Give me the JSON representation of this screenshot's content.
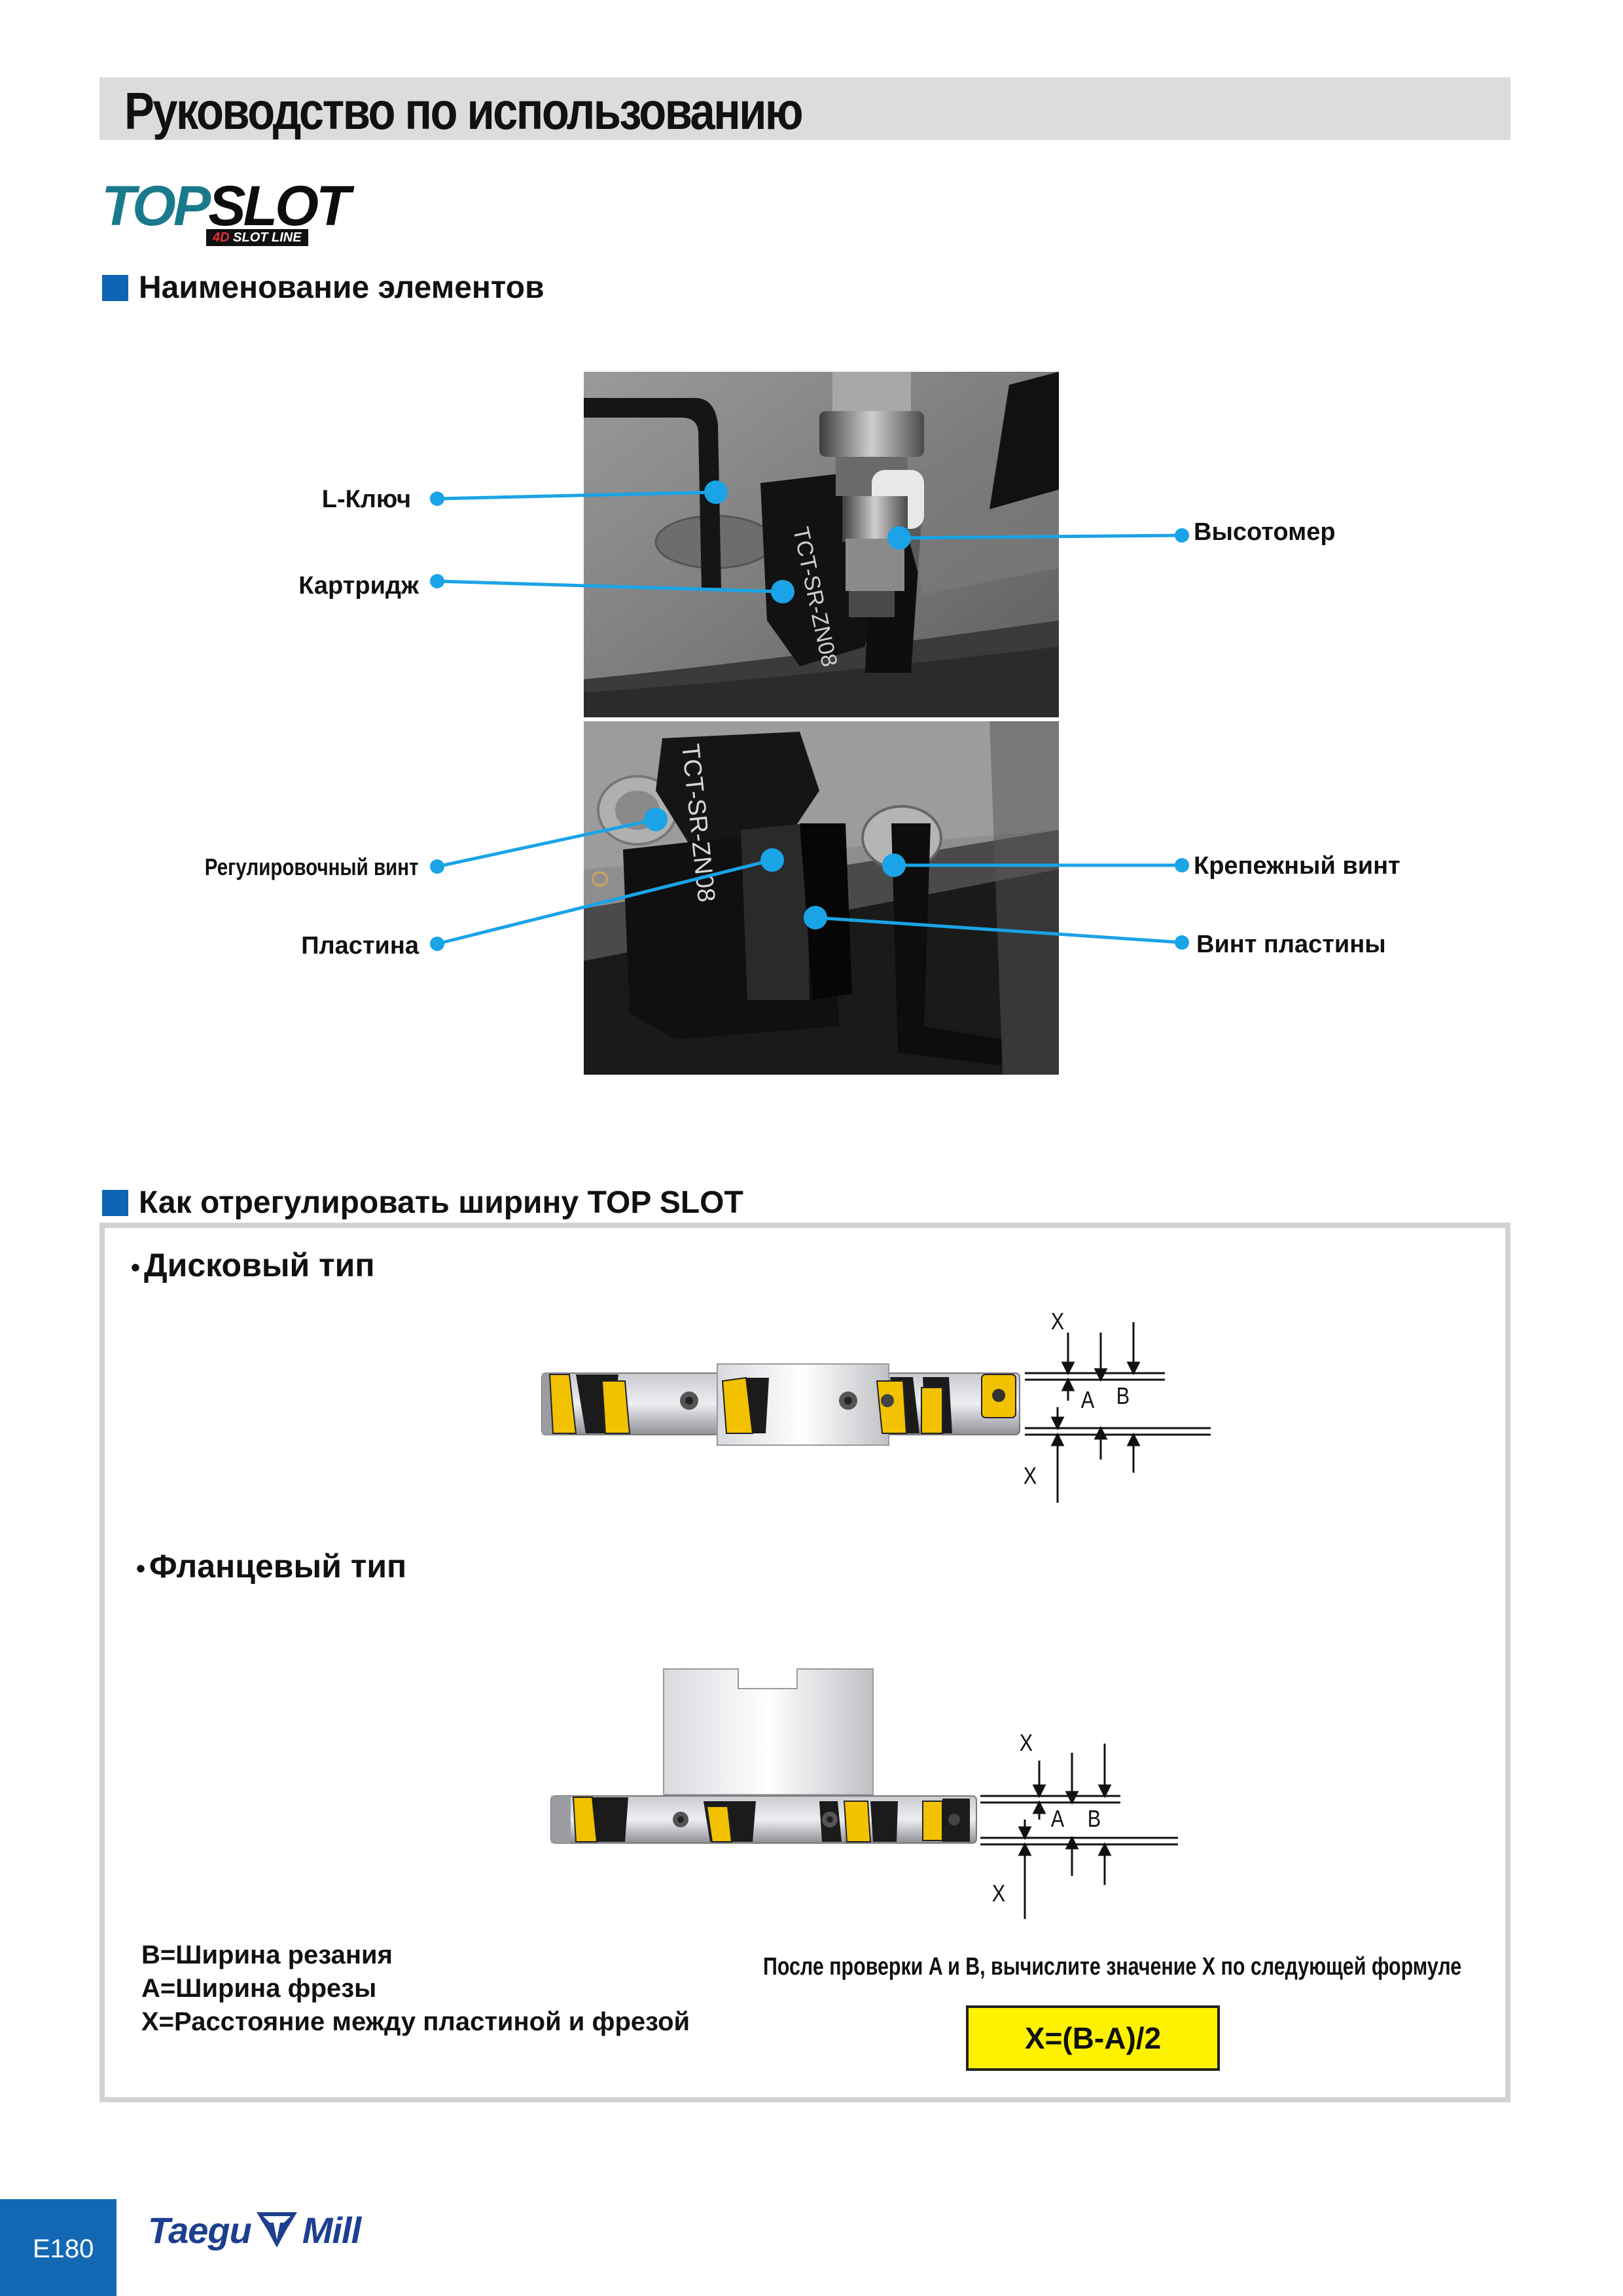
{
  "header": {
    "title": "Руководство по использованию"
  },
  "logo": {
    "part1": "TOP",
    "part2": "SLOT",
    "sub_num": "4D",
    "sub_text": "SLOT LINE"
  },
  "section1": {
    "title": "Наименование элементов"
  },
  "parts": {
    "l_key": "L-Ключ",
    "cartridge": "Картридж",
    "height_gauge": "Высотомер",
    "adjust_screw": "Регулировочный винт",
    "insert": "Пластина",
    "clamp_screw": "Крепежный винт",
    "insert_screw": "Винт пластины"
  },
  "photo_text": {
    "cartridge_code_top": "TCT-SR-ZN08",
    "cartridge_code_bottom": "TCT-SR-ZN08"
  },
  "section2": {
    "title": "Как отрегулировать ширину TOP SLOT"
  },
  "disc": {
    "title": "Дисковый тип",
    "bullet": "•"
  },
  "flange": {
    "title": "Фланцевый тип",
    "bullet": "•"
  },
  "dims": {
    "x": "X",
    "a": "A",
    "b": "B"
  },
  "legend": {
    "b": "B=Ширина резания",
    "a": "A=Ширина фрезы",
    "x": "X=Расстояние между пластиной и фрезой"
  },
  "formula": {
    "intro": "После проверки A и B, вычислите значение X по следующей формуле",
    "expr": "X=(B-A)/2"
  },
  "footer": {
    "page": "E180",
    "brand_left": "Taegu",
    "brand_right": "Mill"
  },
  "colors": {
    "accent_blue": "#0f64b4",
    "callout": "#1aa3e6",
    "insert_yellow": "#f2c200",
    "formula_bg": "#fff200"
  }
}
